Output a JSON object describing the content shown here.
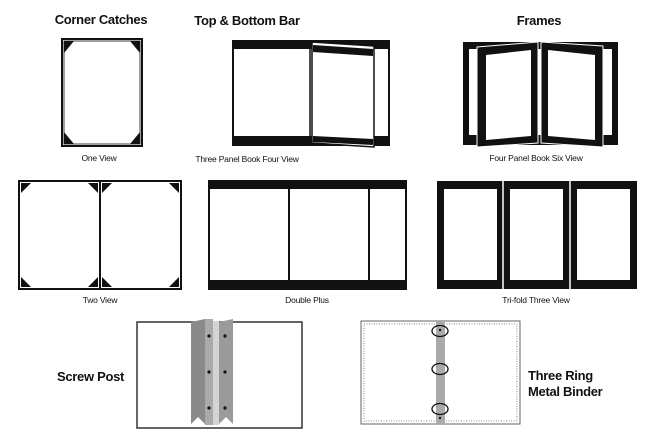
{
  "sections": {
    "corner_catches": {
      "title": "Corner Catches",
      "one_view": "One View",
      "two_view": "Two View"
    },
    "top_bottom_bar": {
      "title": "Top & Bottom Bar",
      "three_panel": "Three Panel Book Four View",
      "double_plus": "Double Plus"
    },
    "frames": {
      "title": "Frames",
      "four_panel": "Four Panel Book Six View",
      "trifold": "Tri-fold Three View"
    },
    "screw_post": {
      "title": "Screw Post"
    },
    "ring_binder": {
      "title_line1": "Three Ring",
      "title_line2": "Metal Binder"
    }
  }
}
